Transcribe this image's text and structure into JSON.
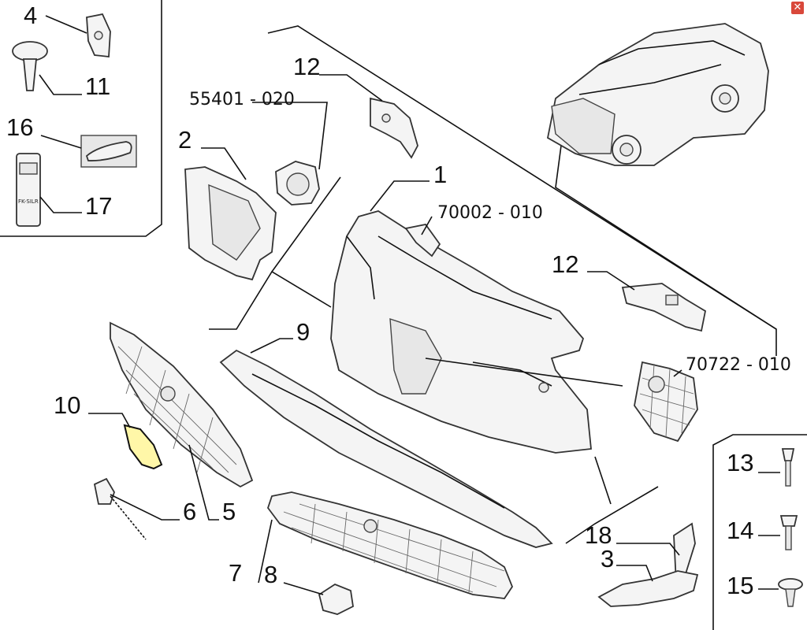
{
  "window": {
    "close_symbol": "✕"
  },
  "labels": {
    "p1": "1",
    "p2": "2",
    "p3": "3",
    "p4": "4",
    "p5": "5",
    "p6": "6",
    "p7": "7",
    "p8": "8",
    "p9": "9",
    "p10": "10",
    "p11": "11",
    "p12a": "12",
    "p12b": "12",
    "p13": "13",
    "p14": "14",
    "p15": "15",
    "p16": "16",
    "p17": "17",
    "p18": "18"
  },
  "codes": {
    "c55401": "55401 - 020",
    "c70002": "70002 - 010",
    "c70722": "70722 - 010"
  },
  "highlight": {
    "part": "10",
    "color": "#fff7a8"
  },
  "can_label": "FK-SILR"
}
